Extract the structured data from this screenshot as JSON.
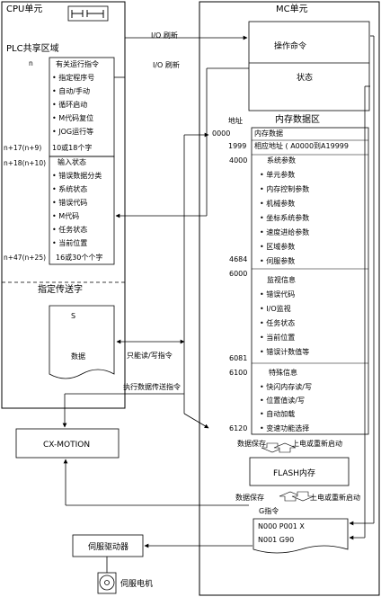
{
  "cpu_unit": {
    "title": "CPU单元",
    "plc_area_title": "PLC共享区域",
    "label_n": "n",
    "ops_title": "有关运行指令",
    "ops_items": [
      "• 指定程序号",
      "• 自动/手动",
      "• 循环启动",
      "• M代码复位",
      "• JOG运行等"
    ],
    "ops_words": "10或18个字",
    "label_n17": "n+17(n+9)",
    "label_n18": "n+18(n+10)",
    "input_title": "输入状态",
    "input_items": [
      "• 错误数据分类",
      "• 系统状态",
      "• 错误代码",
      "• M代码",
      "• 任务状态",
      "• 当前位置"
    ],
    "input_words": "16或30个个字",
    "label_n47": "n+47(n+25)",
    "transfer_title": "指定传送字",
    "transfer_s": "S",
    "transfer_data": "数据"
  },
  "mc_unit": {
    "title": "MC单元",
    "op_cmd": "操作命令",
    "status": "状态",
    "mem_title": "内存数据区",
    "addr_header": "地址",
    "addr_0000": "0000",
    "mem_data": "内存数据",
    "addr_1999": "1999",
    "rel_addr": "相应地址 ( A0000到A19999",
    "addr_4000": "4000",
    "sys_title": "系统参数",
    "sys_items": [
      "• 单元参数",
      "• 内存控制参数",
      "• 机械参数",
      "• 坐标系统参数",
      "• 速度进给参数",
      "• 区域参数",
      "• 伺服参数"
    ],
    "addr_4684": "4684",
    "addr_6000": "6000",
    "mon_title": "监视信息",
    "mon_items": [
      "• 错误代码",
      "• I/O监视",
      "• 任务状态",
      "• 当前位置",
      "• 错误计数值等"
    ],
    "addr_6081": "6081",
    "addr_6100": "6100",
    "sp_title": "特殊信息",
    "sp_items": [
      "• 快闪内存读/写",
      "• 位置值读/写",
      "• 自动加载",
      "• 变速功能选择"
    ],
    "addr_6120": "6120",
    "flash": "FLASH内存",
    "g_code": "G指令",
    "g_lines": [
      "N000    P001    X",
      "N001    G90"
    ]
  },
  "arrows": {
    "io_refresh_1": "I/O 刷新",
    "io_refresh_2": "I/O 刷新",
    "rw_only": "只能读/写指令",
    "exec_transfer": "执行数据传送指令",
    "data_save_1": "数据保存",
    "power_restart_1": "上电或重新启动",
    "data_save_2": "数据保存",
    "power_restart_2": "上电或重新启动"
  },
  "external": {
    "cx_motion": "CX-MOTION",
    "servo_driver": "伺服驱动器",
    "servo_motor": "伺服电机"
  }
}
